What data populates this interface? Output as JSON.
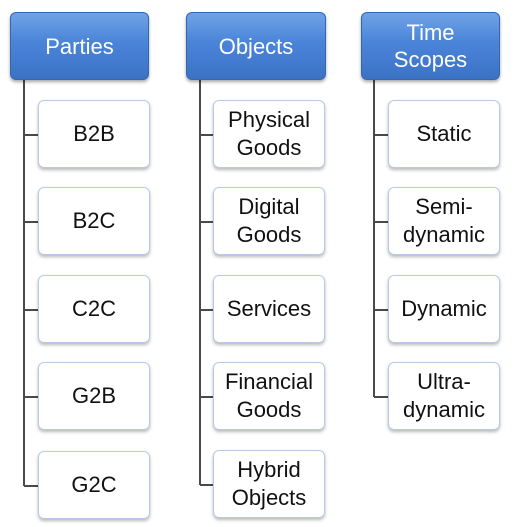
{
  "colors": {
    "header_fill": "#4a84d8",
    "header_text": "#ffffff",
    "connector": "#4a4a4a",
    "node_border": "#b9cbe4"
  },
  "columns": [
    {
      "title": "Parties",
      "items": [
        "B2B",
        "B2C",
        "C2C",
        "G2B",
        "G2C"
      ]
    },
    {
      "title": "Objects",
      "items": [
        "Physical\nGoods",
        "Digital\nGoods",
        "Services",
        "Financial\nGoods",
        "Hybrid\nObjects"
      ]
    },
    {
      "title": "Time\nScopes",
      "items": [
        "Static",
        "Semi-\ndynamic",
        "Dynamic",
        "Ultra-\ndynamic"
      ]
    }
  ]
}
